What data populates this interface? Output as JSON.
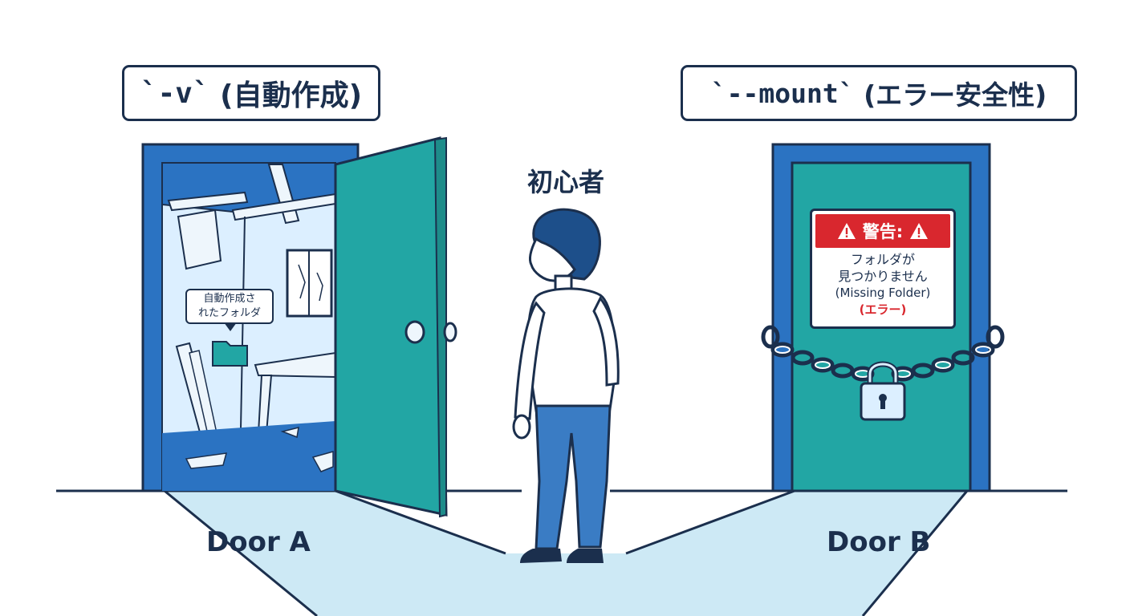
{
  "labels": {
    "door_a_option": {
      "code": "`-v`",
      "desc": "(自動作成)"
    },
    "door_b_option": {
      "code": "`--mount`",
      "desc": "(エラー安全性)"
    }
  },
  "beginner": "初心者",
  "door_a": {
    "title": "Door A",
    "folder_bubble": {
      "line1": "自動作成さ",
      "line2": "れたフォルダ"
    }
  },
  "door_b": {
    "title": "Door B",
    "warning": {
      "header": "警告:",
      "line1": "フォルダが",
      "line2": "見つかりません",
      "line3": "(Missing Folder)",
      "line4": "(エラー)"
    }
  },
  "icons": [
    "folder-icon",
    "warning-icon",
    "padlock-icon",
    "chain-icon"
  ],
  "colors": {
    "outline": "#1b2f4d",
    "frame_blue": "#2b73c2",
    "door_teal": "#22a6a4",
    "room_light": "#dcefff",
    "floor_glow": "#cde9f5",
    "warning_red": "#d9272e",
    "shirt": "#ffffff",
    "pants": "#3a7cc4"
  }
}
